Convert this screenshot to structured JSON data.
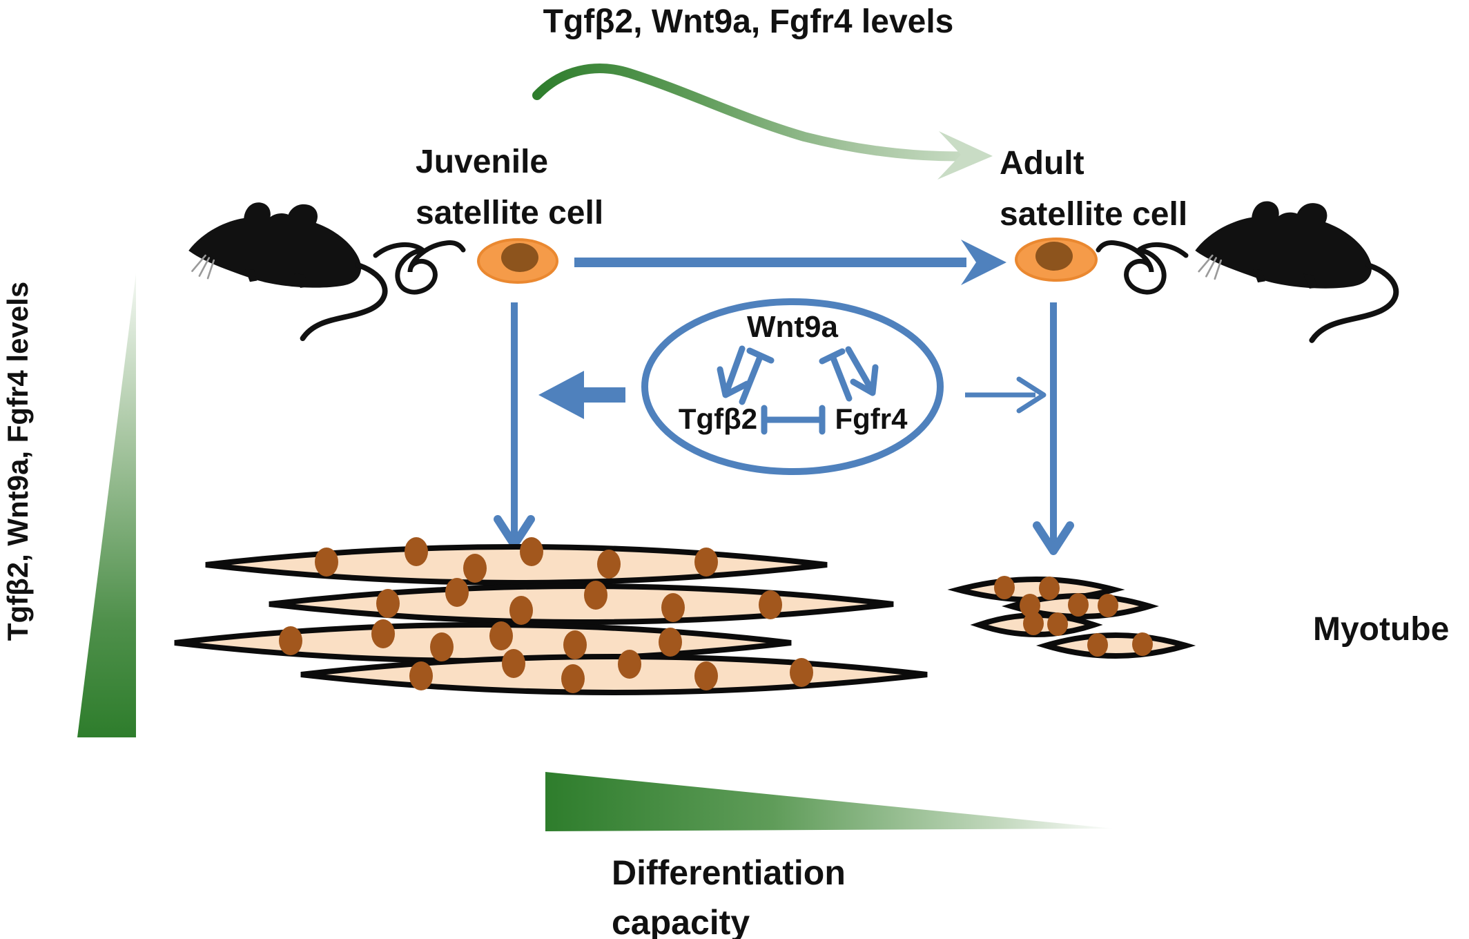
{
  "figure": {
    "kind": "scientific-schematic",
    "background": "#ffffff",
    "description": "Juvenile vs adult satellite cell differentiation capacity controlled by Tgfb2, Wnt9a, Fgfr4"
  },
  "colors": {
    "arrow_blue": "#4f81bd",
    "gradient_green_dark": "#2e7d2c",
    "gradient_green_light": "#f1f7f0",
    "curve_arrowhead_green": "#c9dcc5",
    "cell_fill": "#f59b49",
    "cell_border": "#ea8830",
    "cell_nucleus": "#8d541d",
    "myotube_fill": "#fadfc4",
    "myotube_outline": "#0b0b0b",
    "myotube_nucleus": "#a2571d",
    "mouse_silhouette": "#111111",
    "text": "#111111"
  },
  "labels": {
    "top_axis": "Tgfβ2, Wnt9a, Fgfr4 levels",
    "left_axis": "Tgfβ2, Wnt9a, Fgfr4 levels",
    "juvenile_line1": "Juvenile",
    "juvenile_line2": "satellite cell",
    "adult_line1": "Adult",
    "adult_line2": "satellite cell",
    "gene_wnt9a": "Wnt9a",
    "gene_tgfb2": "Tgfβ2",
    "gene_fgfr4": "Fgfr4",
    "myotube": "Myotube",
    "bottom_axis_line1": "Differentiation",
    "bottom_axis_line2": "capacity"
  },
  "diagram": {
    "nodes": [
      {
        "id": "juvenile_satellite_cell",
        "label": "Juvenile satellite cell",
        "icon": "orange cell with brown nucleus, mouse silhouette, myofiber squiggle"
      },
      {
        "id": "adult_satellite_cell",
        "label": "Adult satellite cell",
        "icon": "orange cell with brown nucleus, mouse silhouette, myofiber squiggle"
      },
      {
        "id": "wnt9a",
        "label": "Wnt9a",
        "container": "blue signaling ellipse"
      },
      {
        "id": "tgfb2",
        "label": "Tgfβ2",
        "container": "blue signaling ellipse"
      },
      {
        "id": "fgfr4",
        "label": "Fgfr4",
        "container": "blue signaling ellipse"
      },
      {
        "id": "myotubes_juvenile",
        "label": "large myotubes, many nuclei",
        "count": 4,
        "nuclei_per_tube": 6
      },
      {
        "id": "myotubes_adult",
        "label": "small myotubes, few nuclei",
        "count": 4,
        "nuclei_per_tube": "2-3"
      },
      {
        "id": "myotube_caption",
        "label": "Myotube"
      }
    ],
    "edges": [
      {
        "from": "juvenile_satellite_cell",
        "to": "adult_satellite_cell",
        "type": "transition",
        "style": "thick blue arrow"
      },
      {
        "from": "juvenile_satellite_cell",
        "to": "myotubes_juvenile",
        "type": "differentiation",
        "style": "blue down arrow"
      },
      {
        "from": "adult_satellite_cell",
        "to": "myotubes_adult",
        "type": "differentiation",
        "style": "blue down arrow"
      },
      {
        "from": "signaling_ellipse",
        "to": "juvenile_satellite_cell_axis",
        "type": "strong effect",
        "style": "thick blue left arrow"
      },
      {
        "from": "signaling_ellipse",
        "to": "adult_satellite_cell_axis",
        "type": "weak effect",
        "style": "thin blue right arrow"
      },
      {
        "from": "wnt9a",
        "to": "tgfb2",
        "type": "activation"
      },
      {
        "from": "tgfb2",
        "to": "wnt9a",
        "type": "inhibition"
      },
      {
        "from": "wnt9a",
        "to": "fgfr4",
        "type": "activation"
      },
      {
        "from": "fgfr4",
        "to": "wnt9a",
        "type": "inhibition"
      },
      {
        "from": "tgfb2",
        "to": "fgfr4",
        "type": "mutual inhibition"
      }
    ],
    "gradients": [
      {
        "position": "top",
        "label": "Tgfβ2, Wnt9a, Fgfr4 levels",
        "direction": "high (dark green) at juvenile, fading toward adult, curved arrow"
      },
      {
        "position": "left",
        "label": "Tgfβ2, Wnt9a, Fgfr4 levels",
        "direction": "vertical wedge, dark green at bottom"
      },
      {
        "position": "bottom",
        "label": "Differentiation capacity",
        "direction": "horizontal wedge, dark green at left fading right"
      }
    ]
  }
}
